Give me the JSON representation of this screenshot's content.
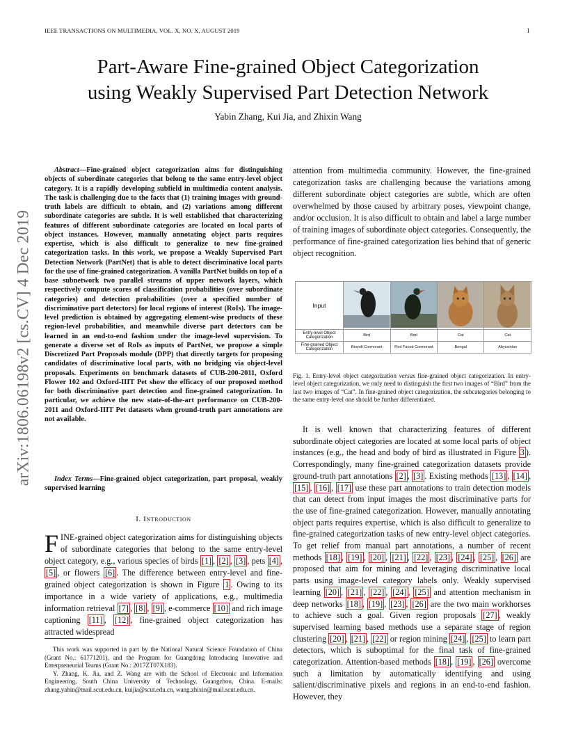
{
  "header": {
    "journal": "IEEE TRANSACTIONS ON MULTIMEDIA, VOL. X, NO. X, AUGUST 2019",
    "page_number": "1"
  },
  "title_line1": "Part-Aware Fine-grained Object Categorization",
  "title_line2": "using Weakly Supervised Part Detection Network",
  "authors": "Yabin Zhang, Kui Jia, and Zhixin Wang",
  "arxiv_id": "arXiv:1806.06198v2  [cs.CV]  4 Dec 2019",
  "abstract_label": "Abstract",
  "abstract_text": "—Fine-grained object categorization aims for distinguishing objects of subordinate categories that belong to the same entry-level object category. It is a rapidly developing subfield in multimedia content analysis. The task is challenging due to the facts that (1) training images with ground-truth labels are difficult to obtain, and (2) variations among different subordinate categories are subtle. It is well established that characterizing features of different subordinate categories are located on local parts of object instances. However, manually annotating object parts requires expertise, which is also difficult to generalize to new fine-grained categorization tasks. In this work, we propose a Weakly Supervised Part Detection Network (PartNet) that is able to detect discriminative local parts for the use of fine-grained categorization. A vanilla PartNet builds on top of a base subnetwork two parallel streams of upper network layers, which respectively compute scores of classification probabilities (over subordinate categories) and detection probabilities (over a specified number of discriminative part detectors) for local regions of interest (RoIs). The image-level prediction is obtained by aggregating element-wise products of these region-level probabilities, and meanwhile diverse part detectors can be learned in an end-to-end fashion under the image-level supervision. To generate a diverse set of RoIs as inputs of PartNet, we propose a simple Discretized Part Proposals module (DPP) that directly targets for proposing candidates of discriminative local parts, with no bridging via object-level proposals. Experiments on benchmark datasets of CUB-200-2011, Oxford Flower 102 and Oxford-IIIT Pet show the efficacy of our proposed method for both discriminative part detection and fine-grained categorization. In particular, we achieve the new state-of-the-art performance on CUB-200-2011 and Oxford-IIIT Pet datasets when ground-truth part annotations are not available.",
  "index_terms_label": "Index Terms",
  "index_terms_text": "—Fine-grained object categorization, part proposal, weakly supervised learning",
  "section_number": "I.",
  "section_title": "Introduction",
  "intro": {
    "dropcap": "F",
    "lead": "INE",
    "t1": "-grained object categorization aims for distinguishing objects of subordinate categories that belong to the same entry-level object category, e.g., various species of birds ",
    "r1": "[1]",
    "c1": ", ",
    "r2": "[2]",
    "c2": ", ",
    "r3": "[3]",
    "t2": ", pets ",
    "r4": "[4]",
    "c3": ", ",
    "r5": "[5]",
    "t3": ", or flowers ",
    "r6": "[6]",
    "t4": ". The difference between entry-level and fine-grained object categorization is shown in Figure ",
    "f1": "1",
    "t5": ". Owing to its importance in a wide variety of applications, e.g., multimedia information retrieval ",
    "r7": "[7]",
    "c4": ", ",
    "r8": "[8]",
    "c5": ", ",
    "r9": "[9]",
    "t6": ", e-commerce ",
    "r10": "[10]",
    "t7": " and rich image captioning ",
    "r11": "[11]",
    "c6": ", ",
    "r12": "[12]",
    "t8": ", fine-grained object categorization has attracted widespread"
  },
  "footnote1": "This work was supported in part by the National Natural Science Foundation of China (Grant No.: 61771201), and the Program for Guangdong Introducing Innovative and Enterpreneurial Teams (Grant No.: 2017ZT07X183).",
  "footnote2": "Y. Zhang, K. Jia, and Z. Wang are with the School of Electronic and Information Engineering, South China University of Technology, Guangzhou, China. E-mails: zhang.yabin@mail.scut.edu.cn, kuijia@scut.edu.cn, wang.zhixin@mail.scut.edu.cn.",
  "right_top": "attention from multimedia community. However, the fine-grained categorization tasks are challenging because the variations among different subordinate object categories are subtle, which are often overwhelmed by those caused by arbitrary poses, viewpoint change, and/or occlusion. It is also difficult to obtain and label a large number of training images of subordinate object categories. Consequently, the performance of fine-grained categorization lies behind that of generic object recognition.",
  "figure": {
    "input_label": "Input",
    "row1_label": "Entry-level Object Categorization",
    "row2_label": "Fine-grained Object Categorization",
    "entry": [
      "Bird",
      "Bird",
      "Cat",
      "Cat"
    ],
    "fine": [
      "Brandt Cormorant",
      "Red Faced Cormorant",
      "Bengal",
      "Abyssinian"
    ]
  },
  "caption": {
    "a": "Fig. 1.   Entry-level object categorization ",
    "versus": "versus",
    "b": " fine-grained object categorization. In entry-level object categorization, we only need to distinguish the first two images of “Bird” from the last two images of “Cat”. In fine-grained object categorization, the subcategories belonging to the same entry-level one should be further differentiated."
  },
  "right_bottom": {
    "t1": "It is well known that characterizing features of different subordinate object categories are located at some local parts of object instances (e.g., the head and body of bird as illustrated in Figure ",
    "f3": "3",
    "t2": "). Correspondingly, many fine-grained categorization datasets provide ground-truth part annotations ",
    "r2": "[2]",
    "c1": ", ",
    "r3": "[3]",
    "t3": ". Existing methods ",
    "r13": "[13]",
    "c2": ", ",
    "r14": "[14]",
    "c3": ", ",
    "r15": "[15]",
    "c4": ", ",
    "r16": "[16]",
    "c5": ", ",
    "r17": "[17]",
    "t4": " use these part annotations to train detection models that can detect from input images the most discriminative parts for the use of fine-grained categorization. However, manually annotating object parts requires expertise, which is also difficult to generalize to fine-grained categorization tasks of new entry-level object categories. To get relief from manual part annotations, a number of recent methods ",
    "r18": "[18]",
    "c6": ", ",
    "r19": "[19]",
    "c7": ", ",
    "r20": "[20]",
    "c8": ", ",
    "r21": "[21]",
    "c9": ", ",
    "r22": "[22]",
    "c10": ", ",
    "r23": "[23]",
    "c11": ", ",
    "r24": "[24]",
    "c12": ", ",
    "r25": "[25]",
    "c13": ", ",
    "r26": "[26]",
    "t5": " are proposed that aim for mining and leveraging discriminative local parts using image-level category labels only. Weakly supervised learning ",
    "s20": "[20]",
    "c14": ", ",
    "s21": "[21]",
    "c15": ", ",
    "s22": "[22]",
    "c16": ", ",
    "s24": "[24]",
    "c17": ", ",
    "s25": "[25]",
    "t6": " and attention mechanism in deep networks ",
    "u18": "[18]",
    "c18": ", ",
    "u19": "[19]",
    "c19": ", ",
    "u23": "[23]",
    "c20": ", ",
    "u26": "[26]",
    "t7": " are the two main workhorses to achieve such a goal. Given region proposals ",
    "r27": "[27]",
    "t8": ", weakly supervised learning based methods use a separate stage of region clustering ",
    "v20": "[20]",
    "c21": ", ",
    "v21": "[21]",
    "c22": ", ",
    "v22": "[22]",
    "t9": " or region mining ",
    "w24": "[24]",
    "c23": ", ",
    "w25": "[25]",
    "t10": " to learn part detectors, which is suboptimal for the final task of fine-grained categorization. Attention-based methods ",
    "x18": "[18]",
    "c24": ", ",
    "x19": "[19]",
    "c25": ", ",
    "x26": "[26]",
    "t11": " overcome such a limitation by automatically identifying and using salient/discriminative pixels and regions in an end-to-end fashion. However, they"
  }
}
